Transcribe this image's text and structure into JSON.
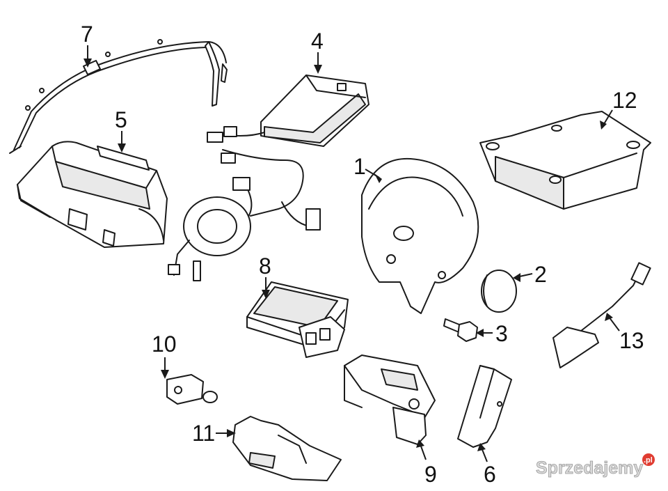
{
  "diagram": {
    "callouts": {
      "c1": "1",
      "c2": "2",
      "c3": "3",
      "c4": "4",
      "c5": "5",
      "c6": "6",
      "c7": "7",
      "c8": "8",
      "c9": "9",
      "c10": "10",
      "c11": "11",
      "c12": "12",
      "c13": "13"
    }
  },
  "watermark": {
    "text": "Sprzedajemy",
    "badge": ".pl",
    "color": "#e03c31"
  }
}
